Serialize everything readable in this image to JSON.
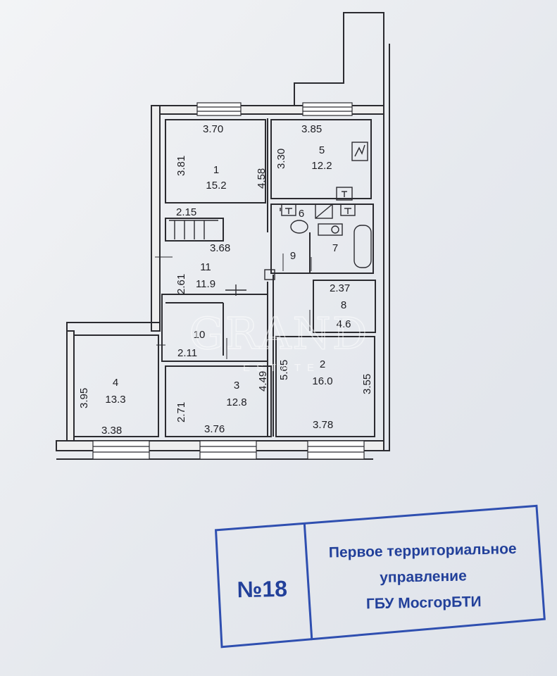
{
  "plan": {
    "dimensions": {
      "d1": "3.70",
      "d2": "3.85",
      "d3": "3.81",
      "d4": "4.58",
      "d5": "3.30",
      "d6": "2.15",
      "d7": "3.68",
      "d8": "2.61",
      "d9": "2.37",
      "d10": "2.11",
      "d11": "3.95",
      "d12": "3.38",
      "d13": "2.71",
      "d14": "3.76",
      "d15": "4.49",
      "d16": "5.65",
      "d17": "3.78",
      "d18": "3.55"
    },
    "rooms": [
      {
        "number": "1",
        "area": "15.2"
      },
      {
        "number": "2",
        "area": "16.0"
      },
      {
        "number": "3",
        "area": "12.8"
      },
      {
        "number": "4",
        "area": "13.3"
      },
      {
        "number": "5",
        "area": "12.2"
      },
      {
        "number": "6",
        "area": ""
      },
      {
        "number": "7",
        "area": ""
      },
      {
        "number": "8",
        "area": "4.6"
      },
      {
        "number": "9",
        "area": ""
      },
      {
        "number": "10",
        "area": "2.11"
      },
      {
        "number": "11",
        "area": "11.9"
      }
    ]
  },
  "watermark": {
    "main": "GRAND",
    "sub": "ESTATE"
  },
  "stamp": {
    "number": "№18",
    "line1": "Первое территориальное",
    "line2": "управление",
    "line3": "ГБУ МосгорБТИ"
  }
}
